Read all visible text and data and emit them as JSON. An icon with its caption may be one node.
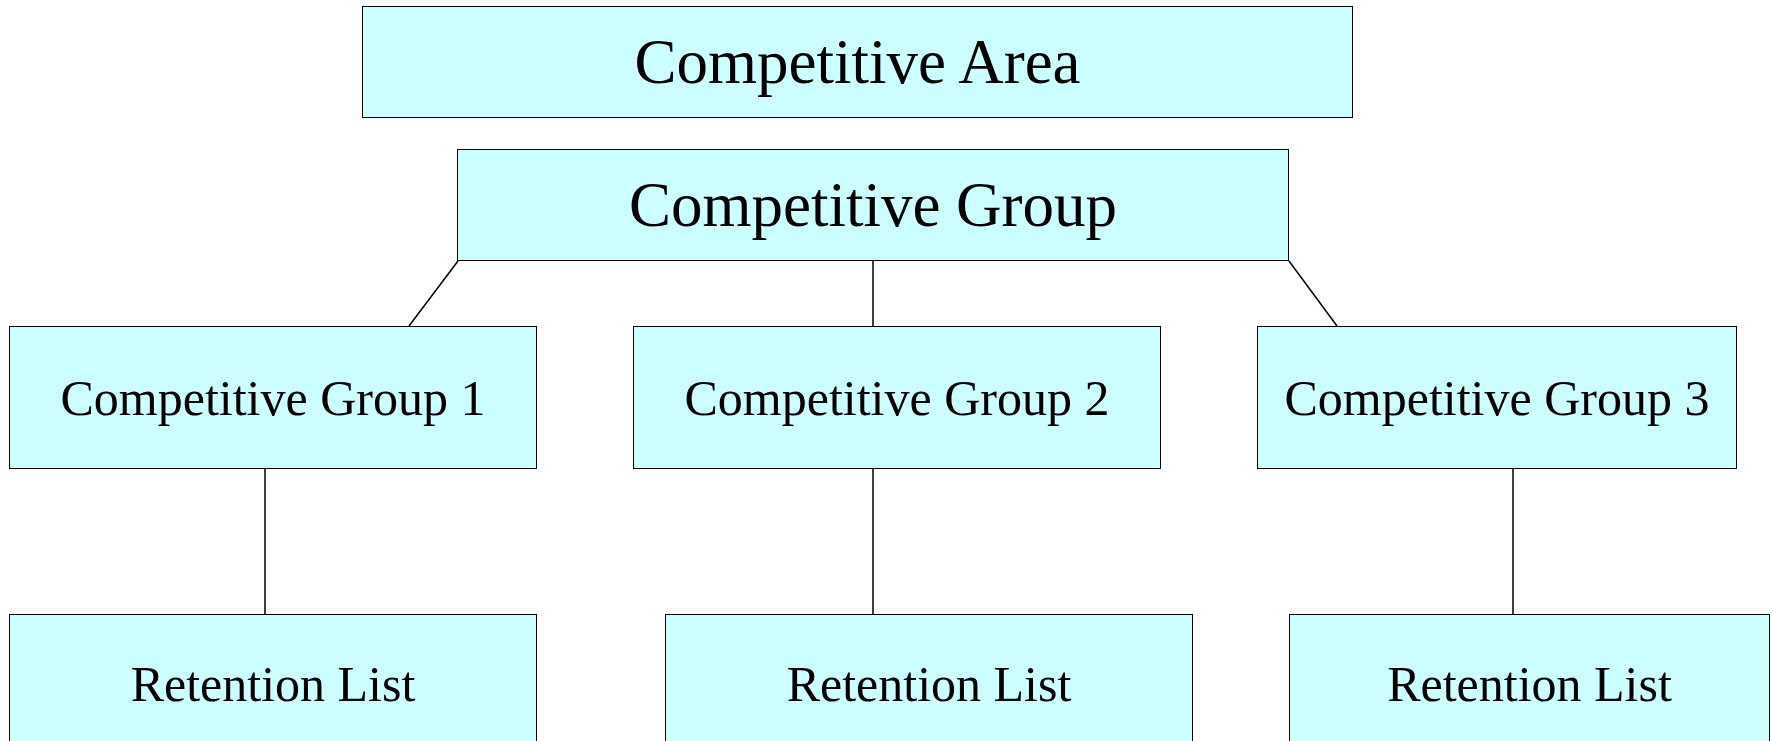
{
  "diagram": {
    "nodes": [
      {
        "text": [
          "Competitive Area"
        ]
      },
      {
        "text": [
          "Competitive Group"
        ]
      },
      {
        "text": [
          "Competitive Group 1"
        ]
      },
      {
        "text": [
          "Competitive Group 2"
        ]
      },
      {
        "text": [
          "Competitive Group 3"
        ]
      },
      {
        "text": [
          "Retention List"
        ]
      },
      {
        "text": [
          "Retention List"
        ]
      },
      {
        "text": [
          "Retention List"
        ]
      }
    ],
    "edges": [
      {
        "from": 1,
        "to": 2,
        "arrow": "none"
      },
      {
        "from": 1,
        "to": 3,
        "arrow": "none"
      },
      {
        "from": 1,
        "to": 4,
        "arrow": "none"
      },
      {
        "from": 2,
        "to": 5,
        "arrow": "none"
      },
      {
        "from": 3,
        "to": 6,
        "arrow": "none"
      },
      {
        "from": 4,
        "to": 7,
        "arrow": "none"
      }
    ]
  }
}
